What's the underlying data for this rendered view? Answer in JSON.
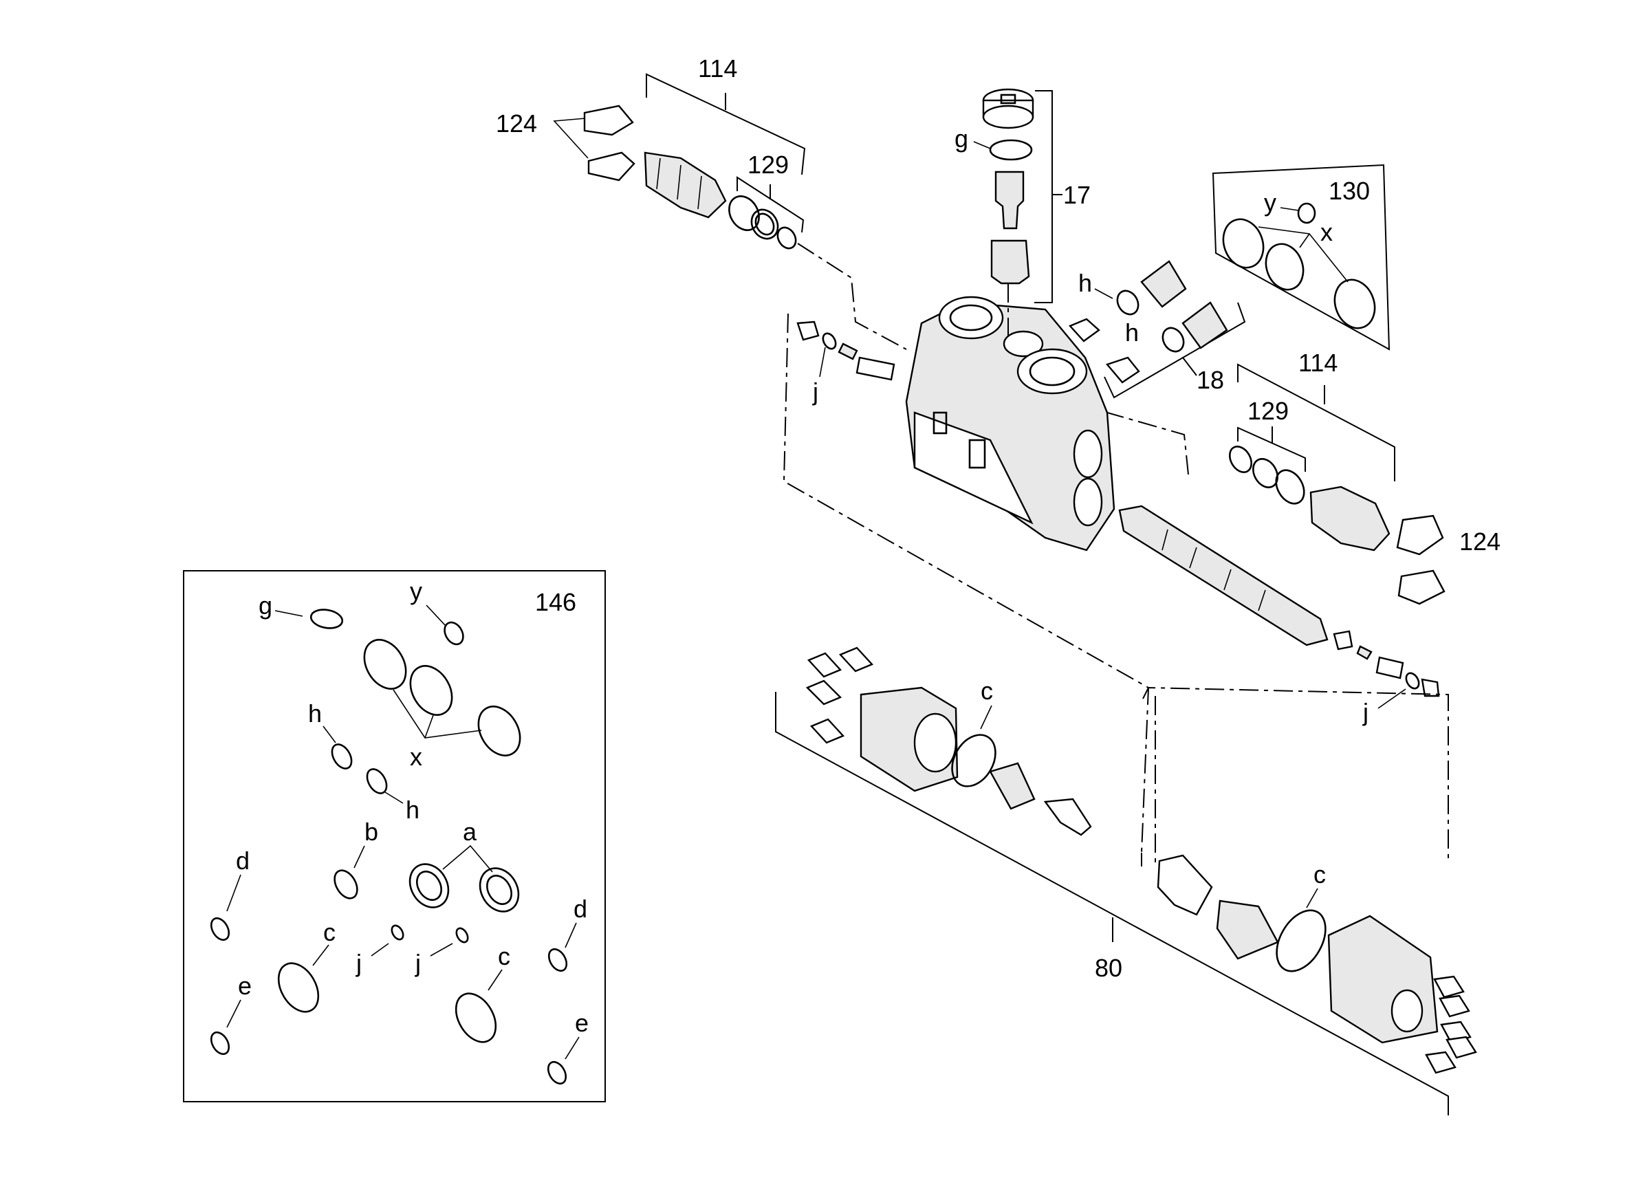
{
  "callouts": {
    "c114_top": "114",
    "c124_top": "124",
    "c129_top": "129",
    "c_g_top": "g",
    "c17": "17",
    "c130": "130",
    "c_y_130": "y",
    "c_x_130": "x",
    "c_h_1": "h",
    "c_h_2": "h",
    "c18": "18",
    "c_j_left": "j",
    "c114_right": "114",
    "c129_right": "129",
    "c124_right": "124",
    "c_j_right": "j",
    "c_c_left": "c",
    "c_c_right": "c",
    "c80": "80"
  },
  "kit146": {
    "title": "146",
    "g": "g",
    "y": "y",
    "h1": "h",
    "x": "x",
    "h2": "h",
    "d1": "d",
    "b": "b",
    "a": "a",
    "d2": "d",
    "c1": "c",
    "j1": "j",
    "j2": "j",
    "c2": "c",
    "e1": "e",
    "e2": "e"
  }
}
